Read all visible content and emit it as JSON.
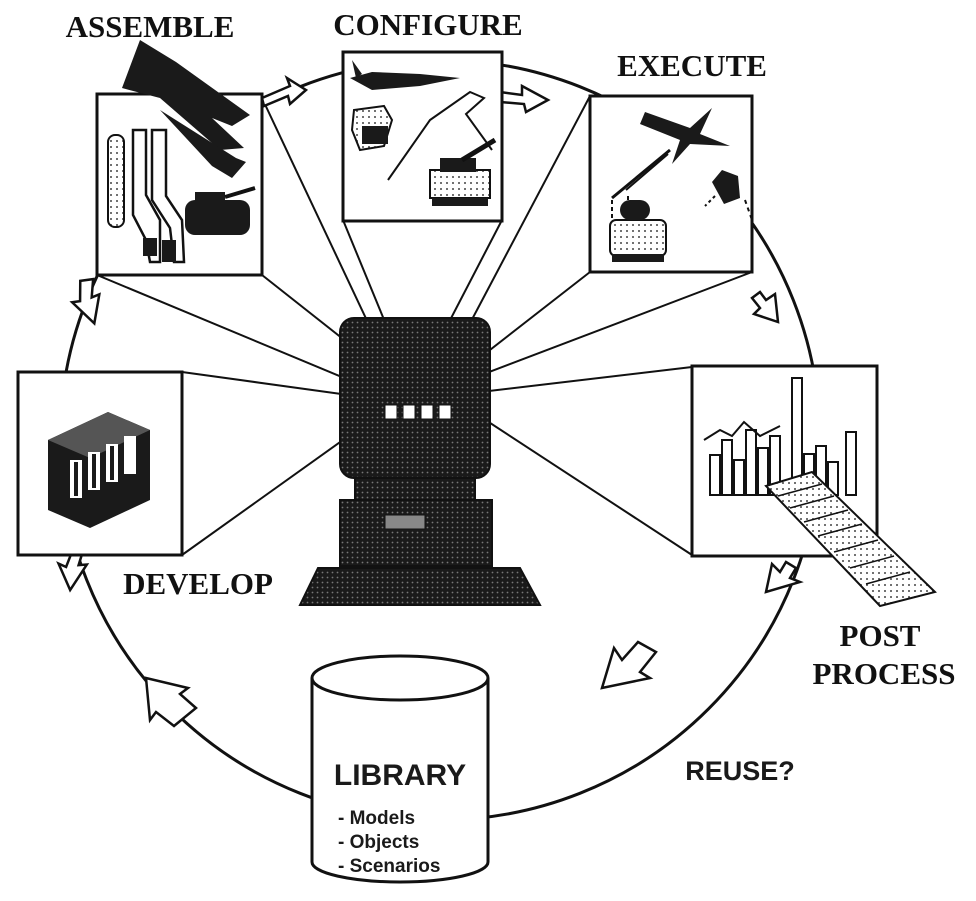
{
  "stages": {
    "assemble": "ASSEMBLE",
    "configure": "CONFIGURE",
    "execute": "EXECUTE",
    "develop": "DEVELOP",
    "post_process_line1": "POST",
    "post_process_line2": "PROCESS",
    "reuse": "REUSE?"
  },
  "library": {
    "title": "LIBRARY",
    "items": [
      "- Models",
      "- Objects",
      "- Scenarios"
    ]
  },
  "icons": {
    "assemble_panel": "aircraft-parts-assembly-icon",
    "configure_panel": "aircraft-tank-scenario-map-icon",
    "execute_panel": "aircraft-engagement-icon",
    "develop_panel": "code-module-block-icon",
    "post_process_panel": "bar-chart-printout-icon",
    "center": "computer-workstation-icon",
    "library": "database-cylinder-icon"
  },
  "colors": {
    "ink": "#111111",
    "background": "#ffffff"
  }
}
